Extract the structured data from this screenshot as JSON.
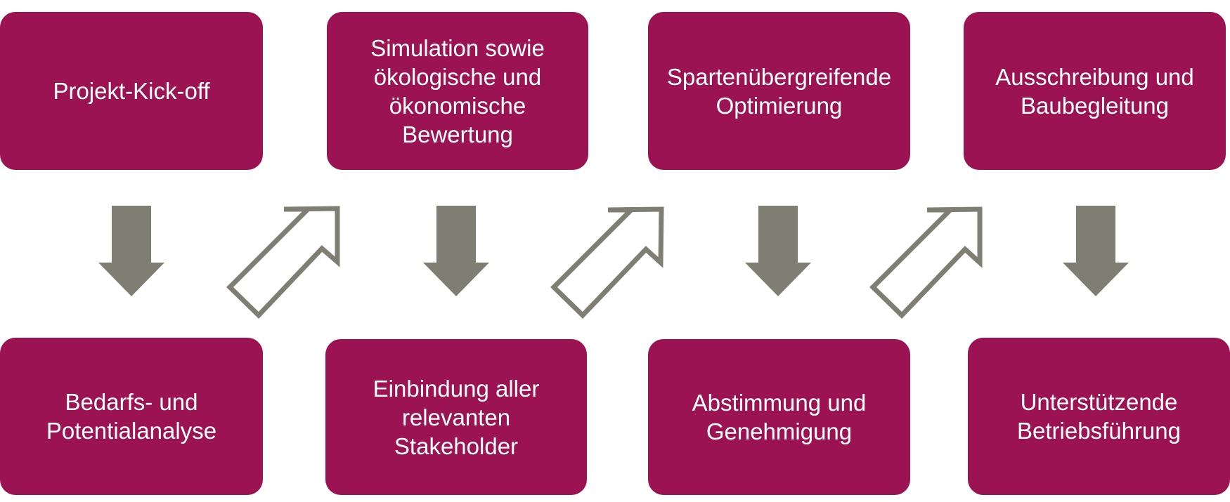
{
  "colors": {
    "box_fill": "#9b1352",
    "box_text": "#ffffff",
    "arrow_gray": "#7f7e72"
  },
  "steps": [
    {
      "label": "Projekt-Kick-off"
    },
    {
      "label": "Bedarfs- und\nPotentialanalyse"
    },
    {
      "label": "Simulation sowie\nökologische und\nökonomische\nBewertung"
    },
    {
      "label": "Einbindung aller\nrelevanten\nStakeholder"
    },
    {
      "label": "Spartenübergreifende\nOptimierung"
    },
    {
      "label": "Abstimmung und\nGenehmigung"
    },
    {
      "label": "Ausschreibung und\nBaubegleitung"
    },
    {
      "label": "Unterstützende\nBetriebsführung"
    }
  ]
}
